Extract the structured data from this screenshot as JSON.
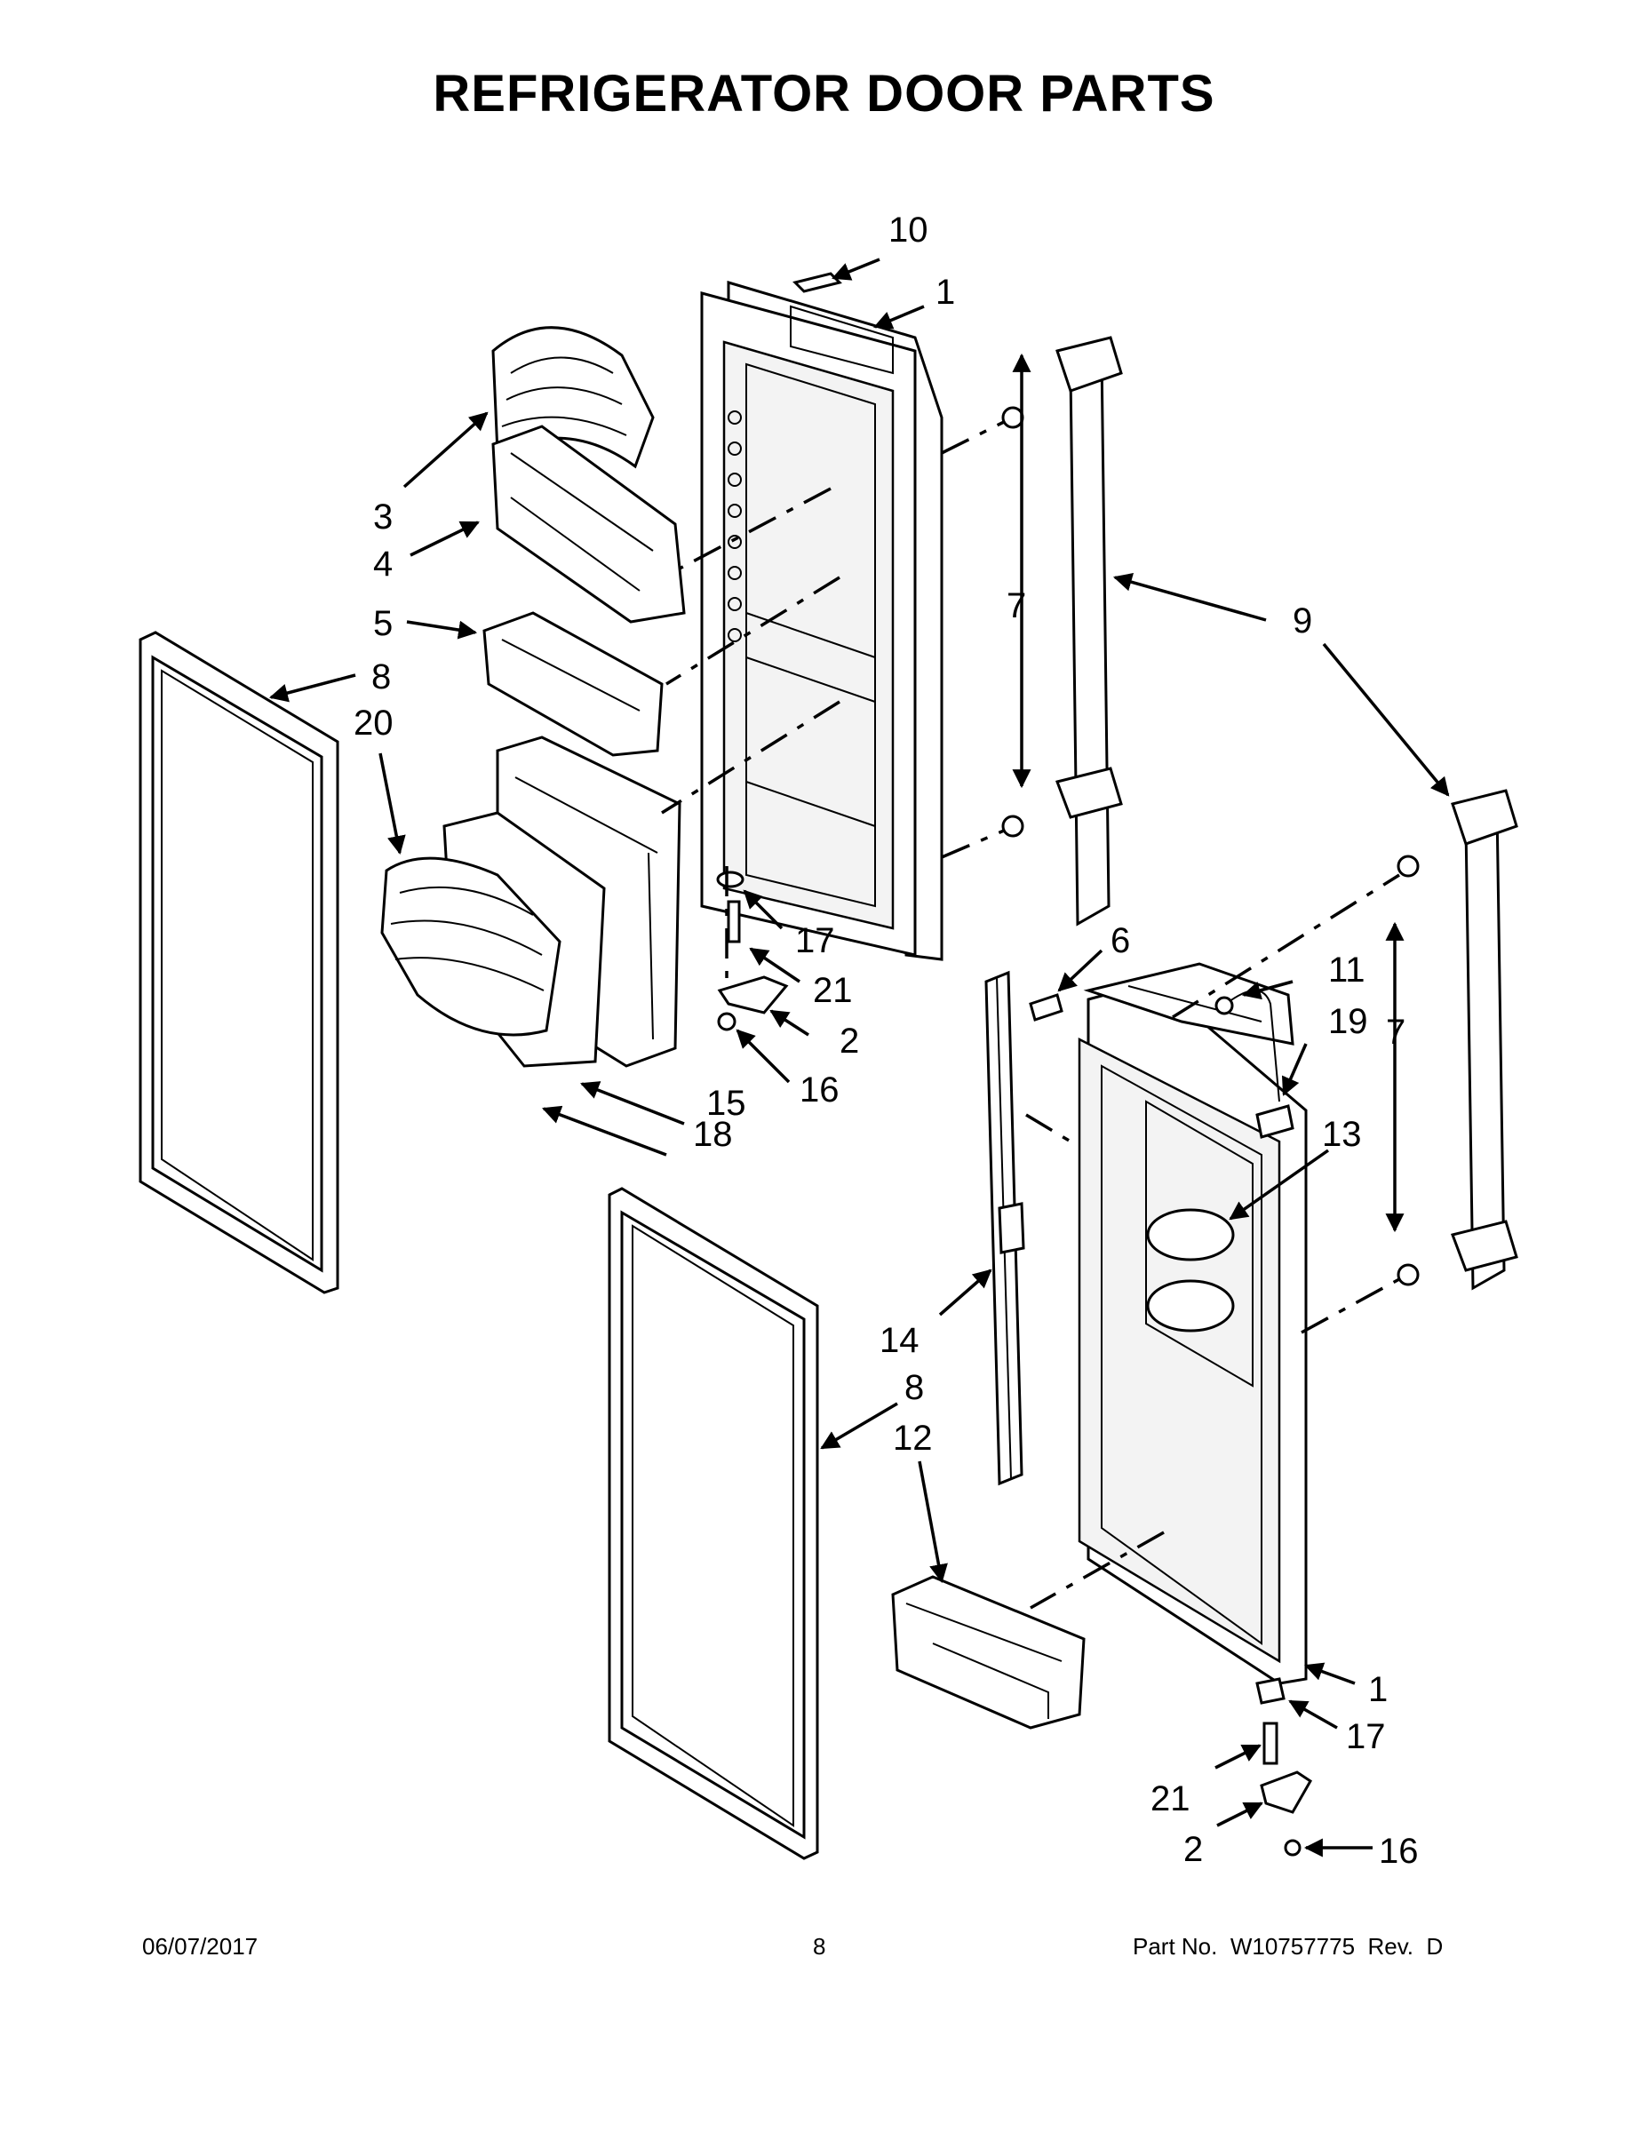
{
  "page": {
    "title": "REFRIGERATOR DOOR PARTS"
  },
  "callouts": {
    "c1_top": "1",
    "c1_bottom": "1",
    "c2_top": "2",
    "c2_bottom": "2",
    "c3": "3",
    "c4": "4",
    "c5": "5",
    "c6": "6",
    "c7_left": "7",
    "c7_right": "7",
    "c8_top": "8",
    "c8_bottom": "8",
    "c9": "9",
    "c10": "10",
    "c11": "11",
    "c12": "12",
    "c13": "13",
    "c14": "14",
    "c15": "15",
    "c16_top": "16",
    "c16_bottom": "16",
    "c17_top": "17",
    "c17_bottom": "17",
    "c18": "18",
    "c19": "19",
    "c20": "20",
    "c21_top": "21",
    "c21_bottom": "21"
  },
  "footer": {
    "date": "06/07/2017",
    "page_number": "8",
    "part_number": "Part No.  W10757775  Rev.  D"
  }
}
